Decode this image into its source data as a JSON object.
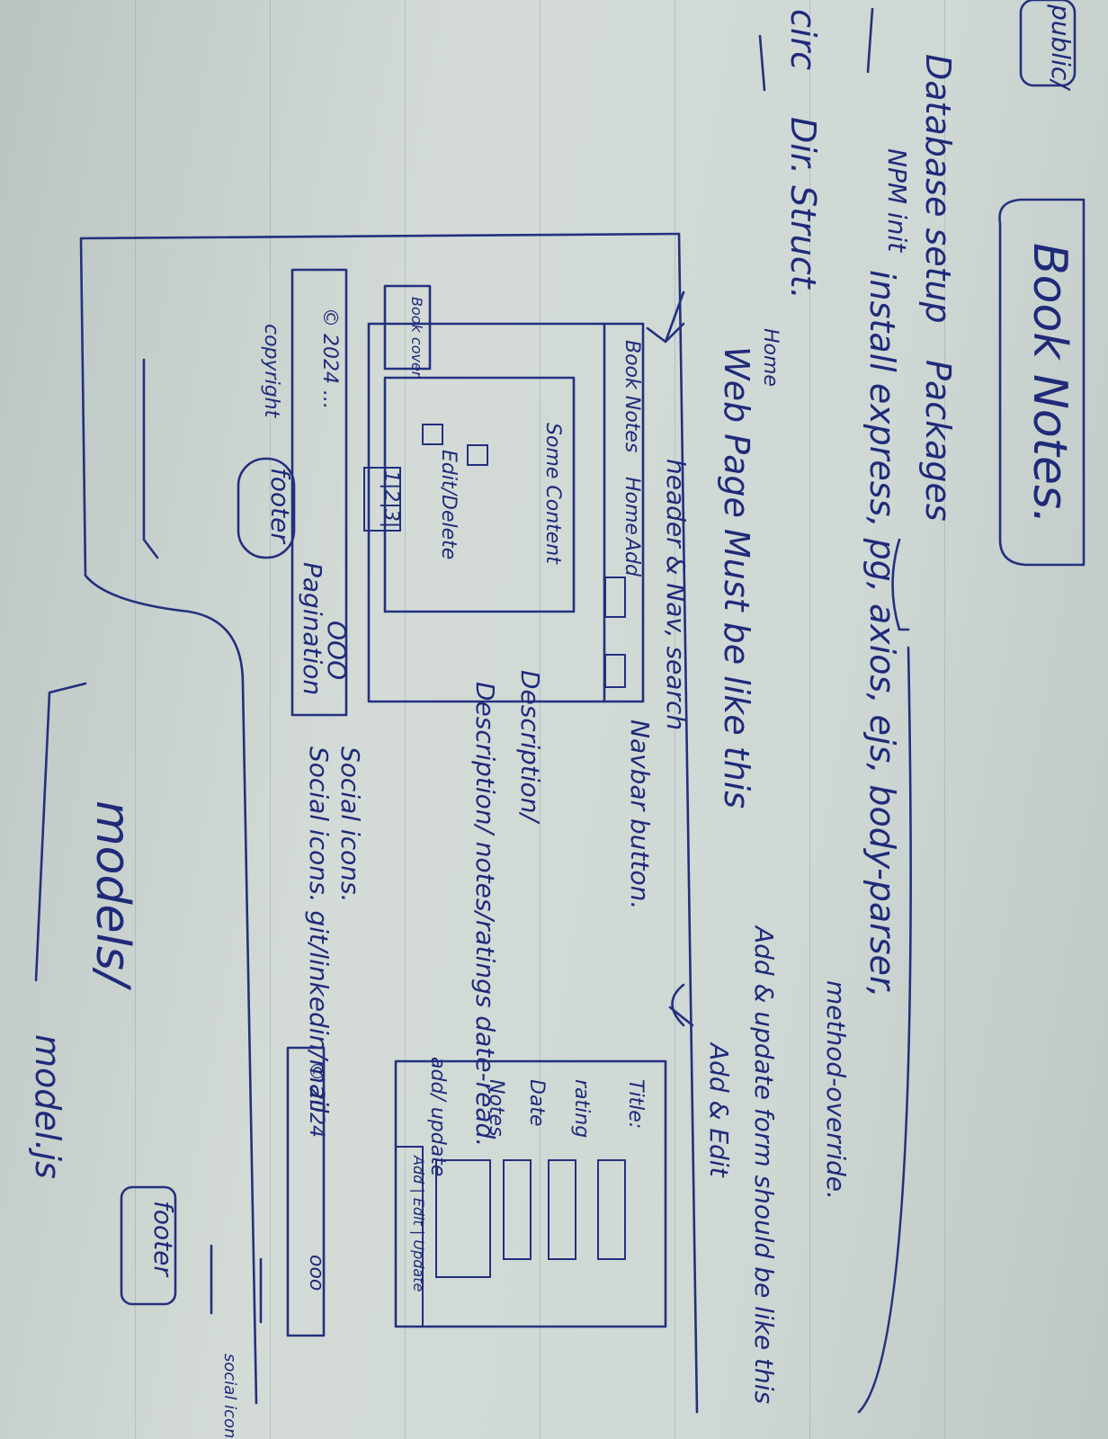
{
  "title": "Book Notes.",
  "setup": {
    "heading": "Database setup",
    "npm_init": "NPM init",
    "packages_label": "Packages",
    "install_line": "install express, pg, axios, ejs, body-parser,",
    "method_override": "method-override."
  },
  "dir_struct": "Dir. Struct.",
  "home_page": {
    "label": "Home",
    "heading": "Web Page Must be like this",
    "header_nav_note": "header & Nav, search",
    "navbar_note": "Navbar button.",
    "nav_items": [
      "Book Notes",
      "Home",
      "Add"
    ],
    "content_note": "Some Content",
    "book_cover": "Book cover",
    "edit_delete": "Edit/Delete",
    "pager": "1|2|3|",
    "description_note": "Description/ notes/ratings date-read.",
    "footer_copy": "© 2024 ...",
    "footer_social": "OOO",
    "copyright_note": "copyright",
    "footer_label": "footer",
    "pagination_note": "Pagination",
    "social_note": "Social icons. git/linkedin/mail"
  },
  "add_page": {
    "heading": "Add & update form should be like this",
    "subheading": "Add & Edit",
    "fields": [
      "Title:",
      "rating",
      "Date",
      "Notes"
    ],
    "buttons": "Add | Edit | Update",
    "add_update_note": "add/ update",
    "footer_copy": "© 2024",
    "footer_social": "ooo",
    "footer_label": "footer",
    "social_note": "social icons"
  },
  "bottom": {
    "models": "models/",
    "model_js": "model.js",
    "public": "public/",
    "circ": "circ"
  }
}
